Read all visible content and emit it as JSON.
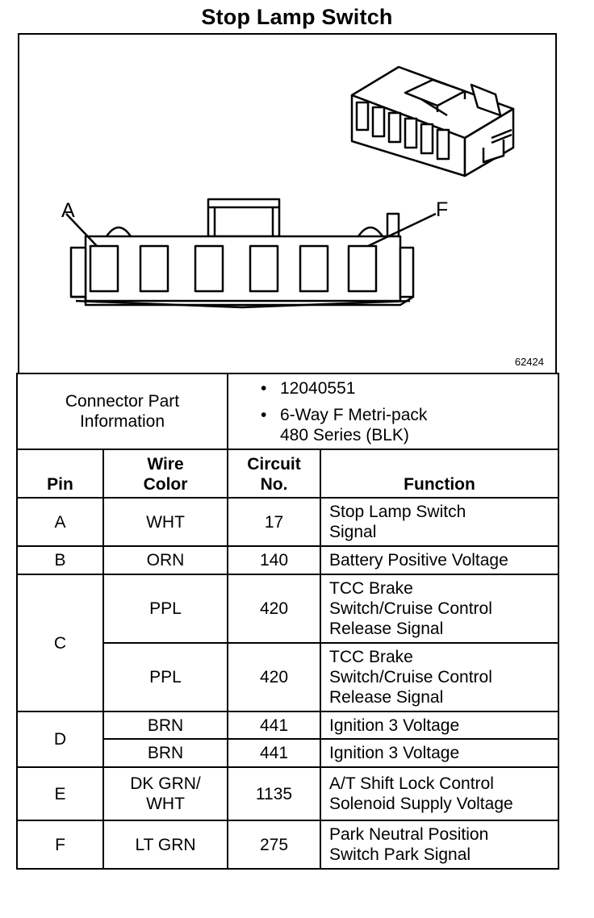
{
  "title": "Stop Lamp Switch",
  "figure": {
    "number": "62424",
    "callout_left": "A",
    "callout_right": "F"
  },
  "connector": {
    "label_line1": "Connector Part",
    "label_line2": "Information",
    "part_number": "12040551",
    "desc_line1": "6-Way F Metri-pack",
    "desc_line2": "480 Series (BLK)"
  },
  "headers": {
    "pin": "Pin",
    "wire_line1": "Wire",
    "wire_line2": "Color",
    "circuit_line1": "Circuit",
    "circuit_line2": "No.",
    "function": "Function"
  },
  "rows": [
    {
      "pin": "A",
      "color1": "WHT",
      "color2": "",
      "circuit": "17",
      "f1": "Stop Lamp Switch",
      "f2": "Signal",
      "f3": ""
    },
    {
      "pin": "B",
      "color1": "ORN",
      "color2": "",
      "circuit": "140",
      "f1": "Battery Positive Voltage",
      "f2": "",
      "f3": ""
    },
    {
      "pin": "C",
      "color1": "PPL",
      "color2": "",
      "circuit": "420",
      "f1": "TCC Brake",
      "f2": "Switch/Cruise Control",
      "f3": "Release Signal"
    },
    {
      "pin": "C",
      "color1": "PPL",
      "color2": "",
      "circuit": "420",
      "f1": "TCC Brake",
      "f2": "Switch/Cruise Control",
      "f3": "Release Signal"
    },
    {
      "pin": "D",
      "color1": "BRN",
      "color2": "",
      "circuit": "441",
      "f1": "Ignition 3 Voltage",
      "f2": "",
      "f3": ""
    },
    {
      "pin": "D",
      "color1": "BRN",
      "color2": "",
      "circuit": "441",
      "f1": "Ignition 3 Voltage",
      "f2": "",
      "f3": ""
    },
    {
      "pin": "E",
      "color1": "DK GRN/",
      "color2": "WHT",
      "circuit": "1135",
      "f1": "A/T Shift Lock Control",
      "f2": "Solenoid Supply Voltage",
      "f3": ""
    },
    {
      "pin": "F",
      "color1": "LT GRN",
      "color2": "",
      "circuit": "275",
      "f1": "Park Neutral Position",
      "f2": "Switch Park Signal",
      "f3": ""
    }
  ]
}
